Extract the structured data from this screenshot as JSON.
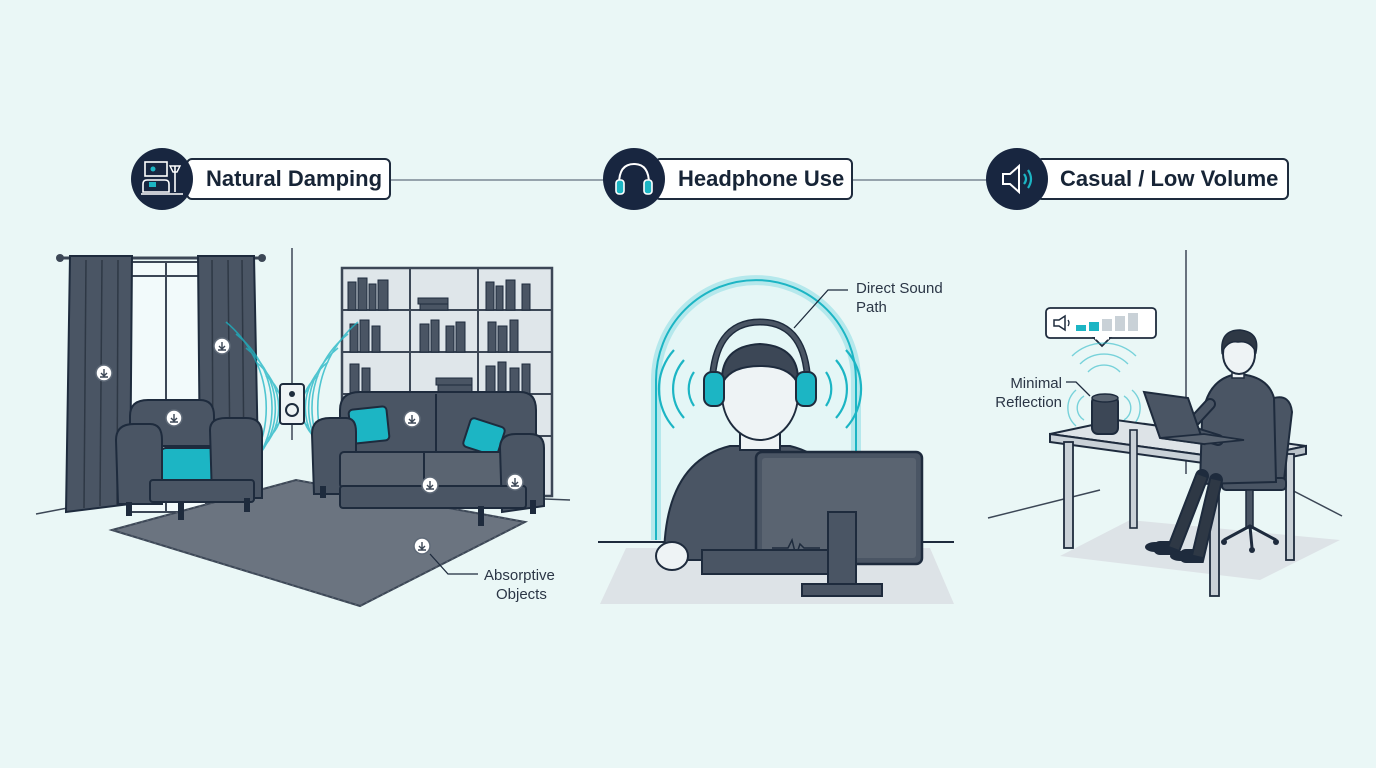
{
  "headers": [
    {
      "label": "Natural Damping",
      "icon": "living-room-icon"
    },
    {
      "label": "Headphone Use",
      "icon": "headphones-icon"
    },
    {
      "label": "Casual / Low Volume",
      "icon": "speaker-low-icon"
    }
  ],
  "annotations": {
    "absorptive": [
      "Absorptive",
      "Objects"
    ],
    "direct": [
      "Direct Sound",
      "Path"
    ],
    "minimal": [
      "Minimal",
      "Reflection"
    ]
  },
  "colors": {
    "background": "#eaf7f6",
    "badge": "#182640",
    "accent": "#1cb5c4",
    "furniture": "#4a5564",
    "outline": "#1e2b3d"
  }
}
